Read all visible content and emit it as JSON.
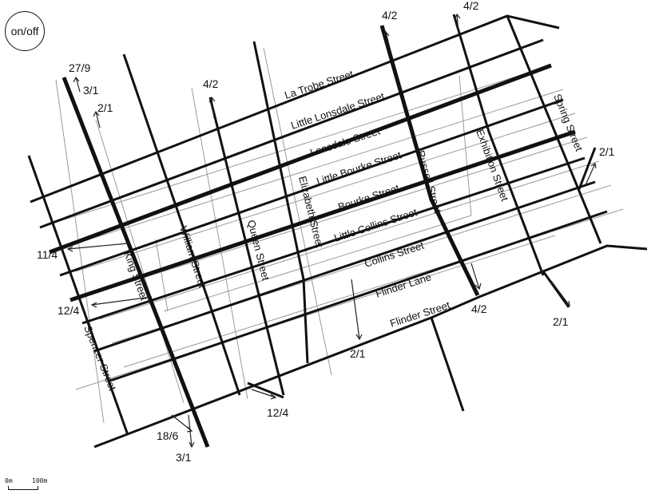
{
  "toggle": {
    "label": "on/off"
  },
  "streets": {
    "la_trobe": "La Trobe Street",
    "little_lonsdale": "Little Lonsdale Street",
    "lonsdale": "Lonsdale Street",
    "little_bourke": "Little Bourke Street",
    "bourke": "Bourke Street",
    "little_collins": "Little Collins Street",
    "collins": "Collins Street",
    "flinder_lane": "Flinder Lane",
    "flinder_street": "Flinder Street",
    "spring": "Spring Street",
    "exhibition": "Exhibition Street",
    "russell": "Russell Street",
    "elizabeth": "Elizabeth Street",
    "queen": "Queen Street",
    "william": "William Street",
    "king": "King Street",
    "spencer": "Spencer Street"
  },
  "counts": {
    "c_27_9": "27/9",
    "c_3_1_top": "3/1",
    "c_2_1_top": "2/1",
    "c_4_2_william": "4/2",
    "c_4_2_russell": "4/2",
    "c_4_2_exhibition": "4/2",
    "c_2_1_spring": "2/1",
    "c_11_4": "11/4",
    "c_12_4_left": "12/4",
    "c_4_2_flinder": "4/2",
    "c_2_1_right": "2/1",
    "c_2_1_bottom": "2/1",
    "c_12_4_bottom": "12/4",
    "c_18_6": "18/6",
    "c_3_1_bottom": "3/1"
  },
  "scale": {
    "zero": "0m",
    "hundred": "100m"
  }
}
